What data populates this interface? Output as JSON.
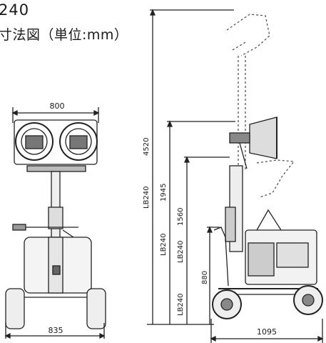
{
  "title": {
    "model": "240",
    "subtitle": "寸法図（単位:mm）"
  },
  "front_view": {
    "top_width": "800",
    "base_width": "835"
  },
  "side_view": {
    "max_height": "4520",
    "max_height_model": "LB240",
    "mid_height": "1945",
    "mid_height_model": "LB240",
    "low_height": "1560",
    "low_height_model": "LB240",
    "handle_height": "880",
    "handle_height_model": "LB240",
    "length": "1095"
  }
}
